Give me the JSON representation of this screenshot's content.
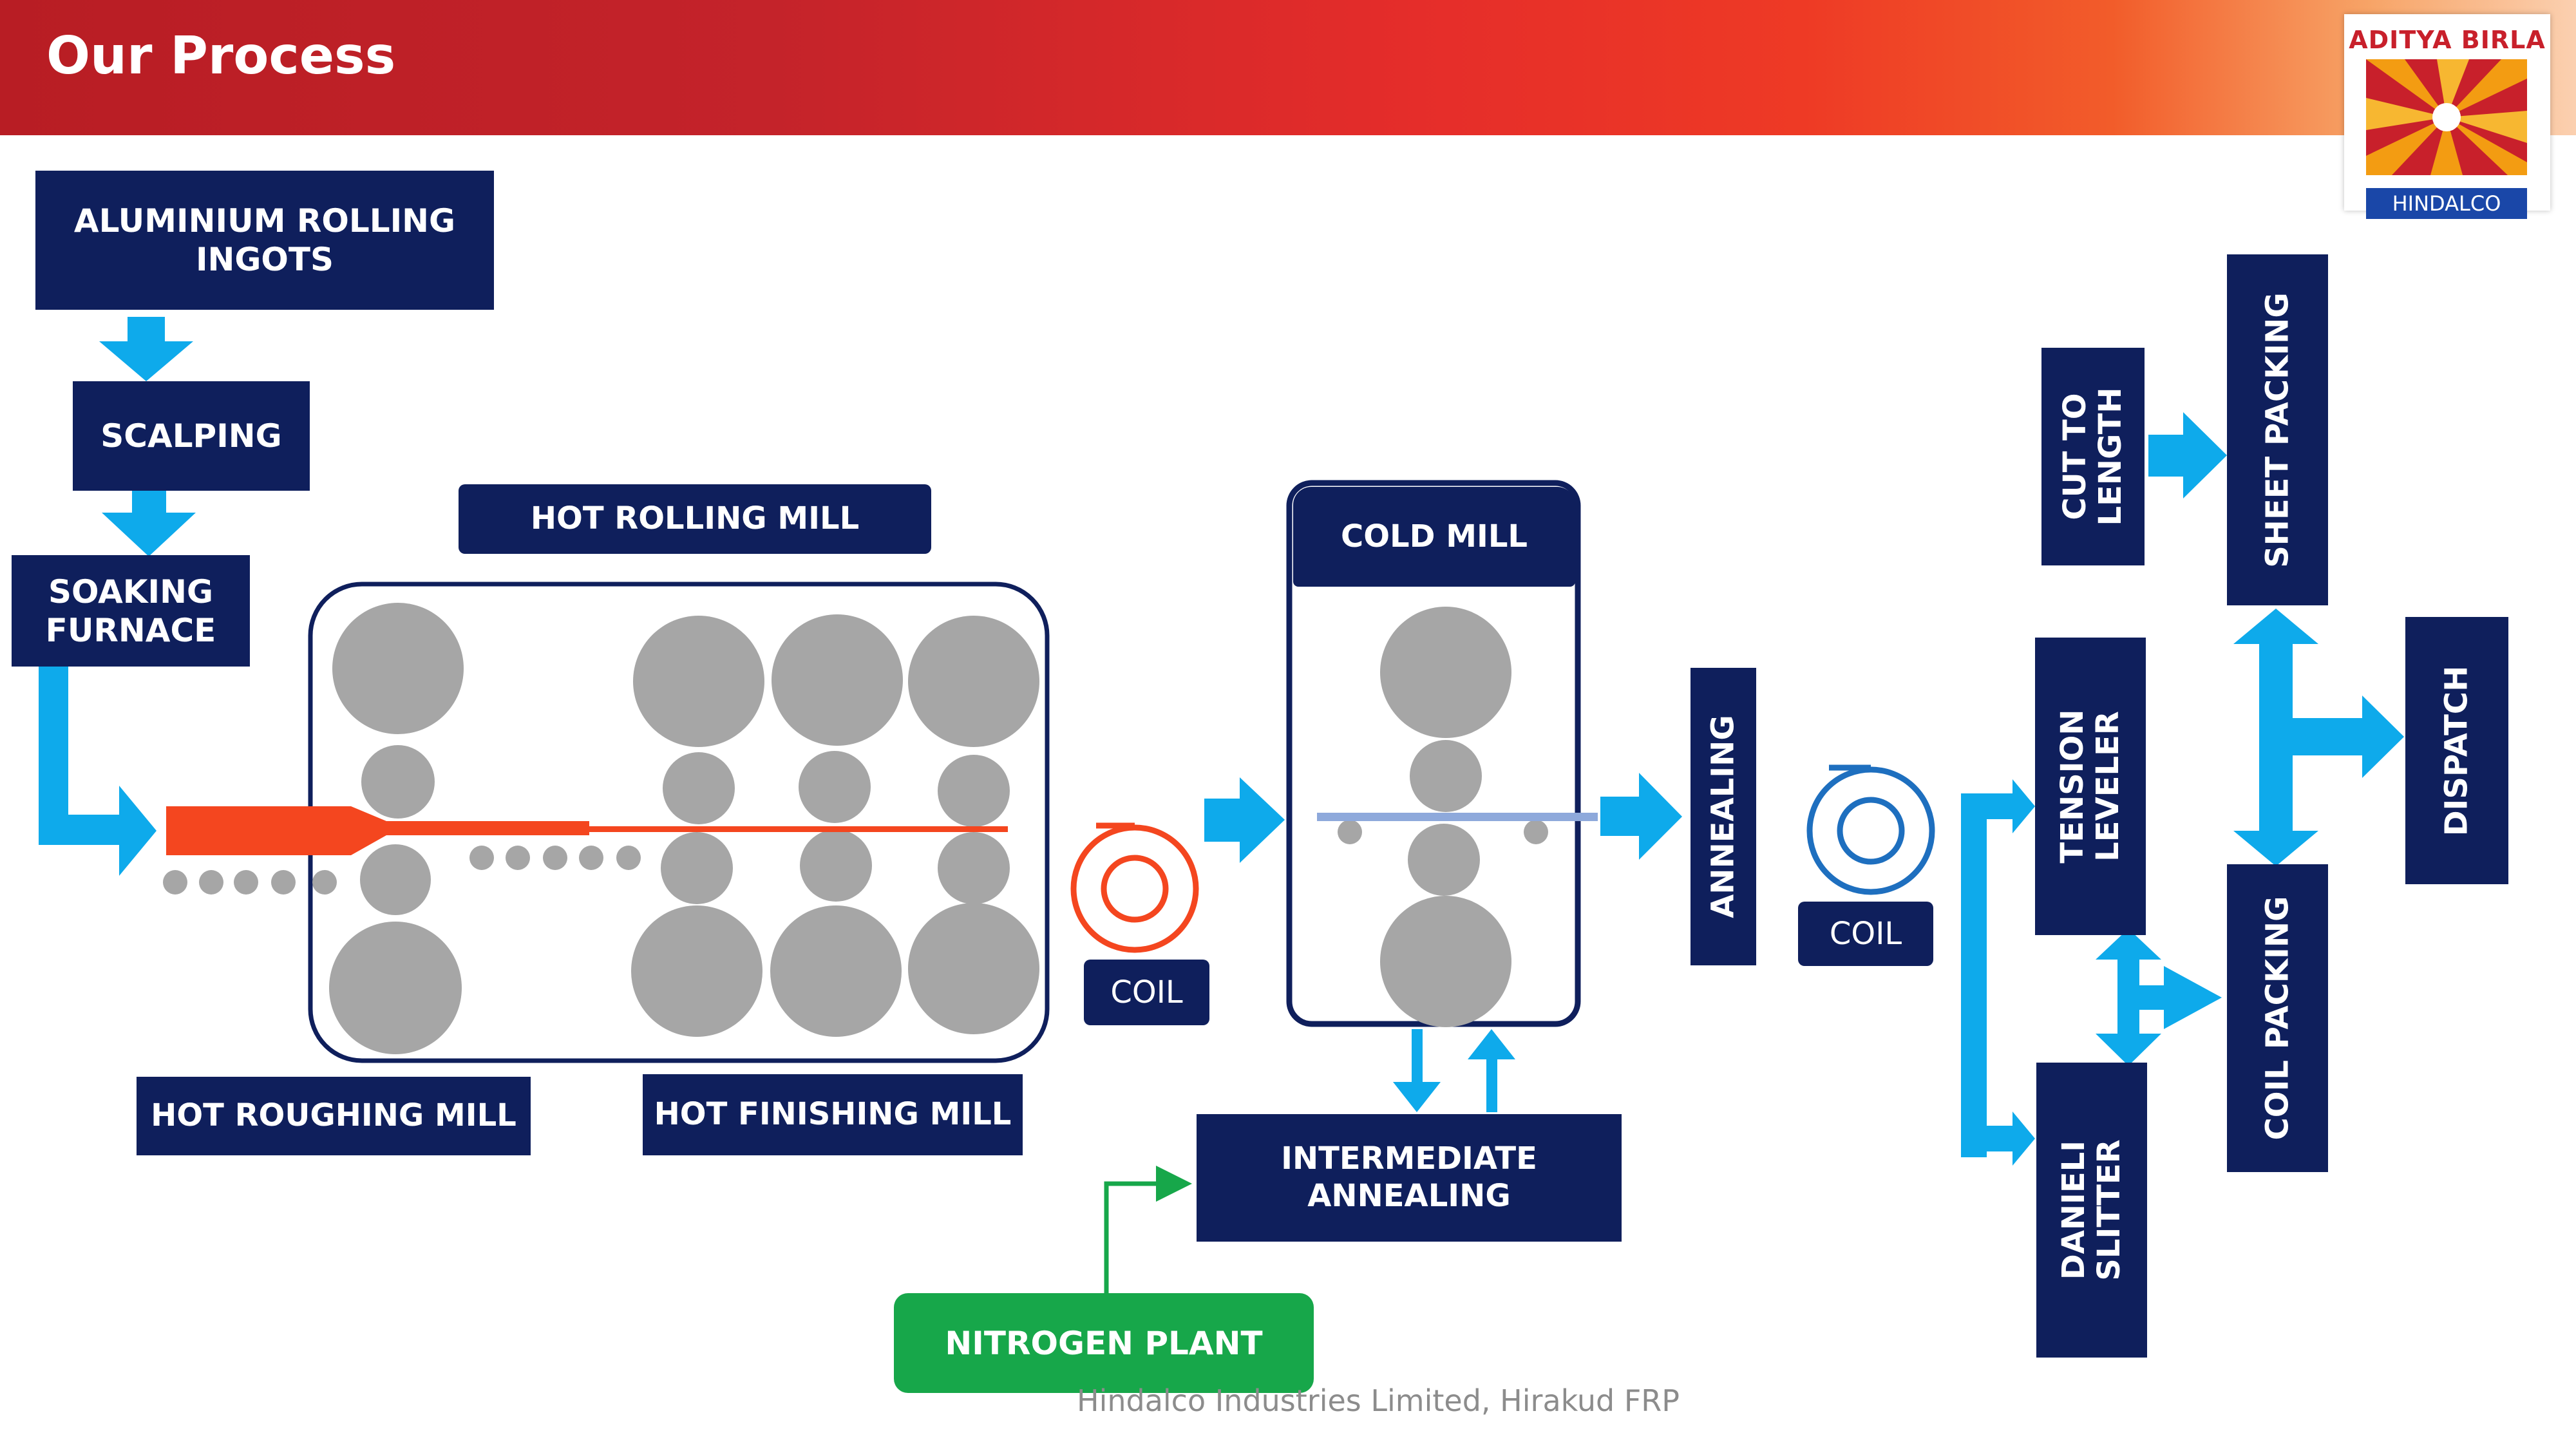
{
  "header": {
    "title": "Our Process"
  },
  "logo": {
    "brand": "ADITYA BIRLA",
    "sub": "HINDALCO"
  },
  "steps": {
    "ingots": "ALUMINIUM ROLLING INGOTS",
    "scalping": "SCALPING",
    "soaking": "SOAKING FURNACE",
    "hot_rolling_mill": "HOT ROLLING MILL",
    "hot_roughing_mill": "HOT ROUGHING MILL",
    "hot_finishing_mill": "HOT FINISHING MILL",
    "cold_mill": "COLD MILL",
    "intermediate_annealing": "INTERMEDIATE ANNEALING",
    "nitrogen_plant": "NITROGEN PLANT",
    "annealing": "ANNEALING",
    "tension_leveler": "TENSION LEVELER",
    "danieli_slitter": "DANIELI SLITTER",
    "cut_to_length": "CUT TO LENGTH",
    "sheet_packing": "SHEET PACKING",
    "coil_packing": "COIL PACKING",
    "dispatch": "DISPATCH"
  },
  "coils": {
    "coil_label_1": "COIL",
    "coil_label_2": "COIL"
  },
  "footer": {
    "text": "Hindalco Industries Limited, Hirakud FRP"
  },
  "colors": {
    "navy": "#0f1f5c",
    "arrow_blue": "#0eaaeb",
    "roller_gray": "#a6a6a6",
    "hot_slab": "#f4461f",
    "cold_strip": "#8ea9db",
    "nitrogen_green": "#17a74a",
    "coil_blue": "#1e6fbf"
  }
}
